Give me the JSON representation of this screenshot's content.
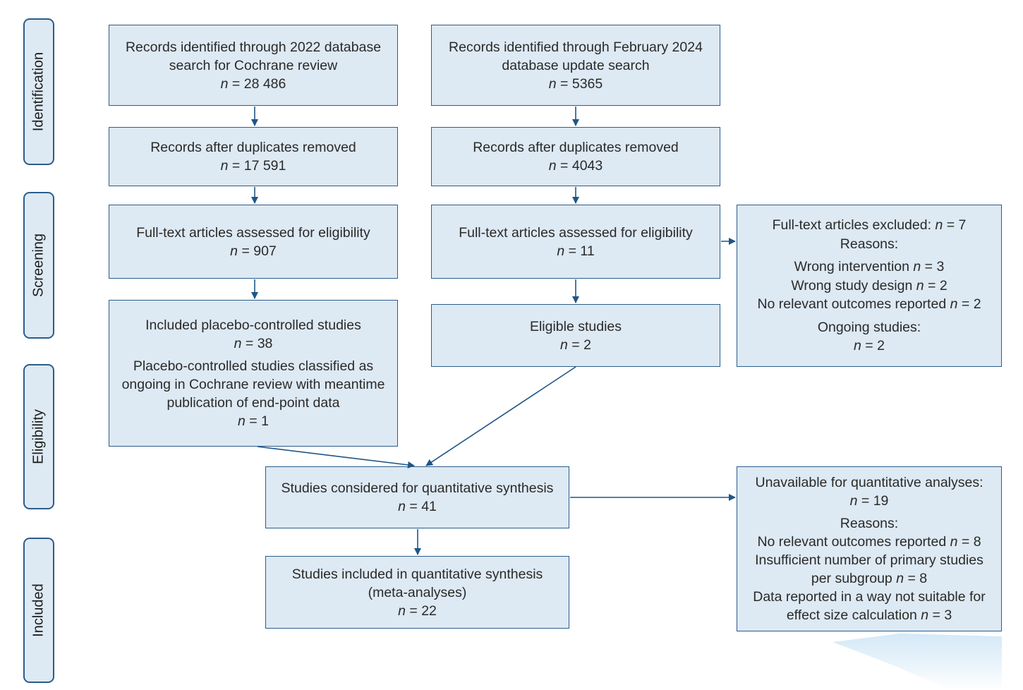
{
  "phases": {
    "identification": "Identification",
    "screening": "Screening",
    "eligibility": "Eligibility",
    "included": "Included"
  },
  "left": {
    "identified": {
      "text": "Records identified through 2022 database search for Cochrane review",
      "n": "28 486"
    },
    "dedup": {
      "text": "Records after duplicates removed",
      "n": "17 591"
    },
    "fulltext": {
      "text": "Full-text articles assessed for eligibility",
      "n": "907"
    },
    "included": {
      "text": "Included placebo-controlled studies",
      "n": "38",
      "text2": "Placebo-controlled studies classified as ongoing in Cochrane review with meantime publication of end-point data",
      "n2": "1"
    }
  },
  "right": {
    "identified": {
      "text": "Records identified through February 2024 database update search",
      "n": "5365"
    },
    "dedup": {
      "text": "Records after duplicates removed",
      "n": "4043"
    },
    "fulltext": {
      "text": "Full-text articles assessed for eligibility",
      "n": "11"
    },
    "eligible": {
      "text": "Eligible studies",
      "n": "2"
    }
  },
  "excluded": {
    "title": "Full-text articles excluded:",
    "n": "7",
    "reasons_label": "Reasons:",
    "reasons": [
      {
        "text": "Wrong intervention",
        "n": "3"
      },
      {
        "text": "Wrong study design",
        "n": "2"
      },
      {
        "text": "No relevant outcomes reported",
        "n": "2"
      }
    ],
    "ongoing_label": "Ongoing studies:",
    "ongoing_n": "2"
  },
  "considered": {
    "text": "Studies considered for quantitative synthesis",
    "n": "41"
  },
  "synthesis": {
    "text": "Studies included in quantitative synthesis",
    "text2": "(meta-analyses)",
    "n": "22"
  },
  "unavailable": {
    "title": "Unavailable for quantitative analyses:",
    "n": "19",
    "reasons_label": "Reasons:",
    "reasons": [
      {
        "text": "No relevant outcomes reported",
        "n": "8"
      },
      {
        "text": "Insufficient number of primary studies per subgroup",
        "n": "8"
      },
      {
        "text": "Data reported in a way not suitable for effect size calculation",
        "n": "3"
      }
    ]
  },
  "n_symbol": "n",
  "equals": "=",
  "colors": {
    "box_fill": "#dde9f3",
    "border": "#2b5d8c",
    "arrow": "#2b5d8c"
  }
}
